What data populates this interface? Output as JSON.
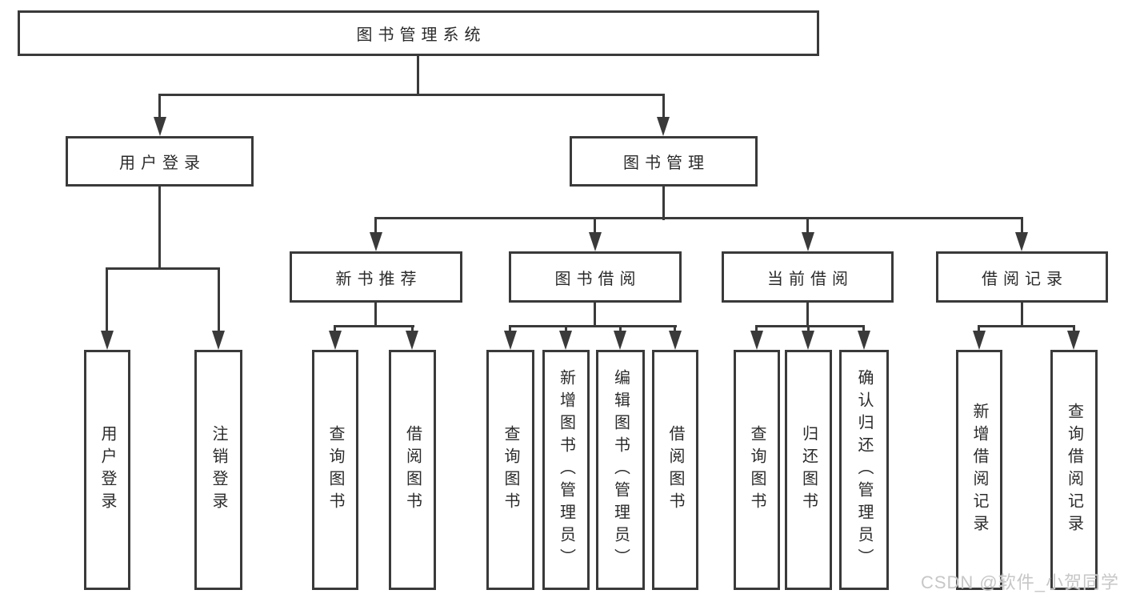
{
  "colors": {
    "line": "#3a3a3a",
    "box_border": "#3a3a3a",
    "box_fill": "#ffffff",
    "text": "#2b2b2b",
    "watermark_text": "#c7c7c7",
    "background": "#ffffff"
  },
  "watermark": "CSDN @软件_小贺同学",
  "hierarchy": {
    "label": "图书管理系统",
    "children": [
      {
        "label": "用户登录",
        "children": [
          {
            "label": "用户登录"
          },
          {
            "label": "注销登录"
          }
        ]
      },
      {
        "label": "图书管理",
        "children": [
          {
            "label": "新书推荐",
            "children": [
              {
                "label": "查询图书"
              },
              {
                "label": "借阅图书"
              }
            ]
          },
          {
            "label": "图书借阅",
            "children": [
              {
                "label": "查询图书"
              },
              {
                "label": "新增图书（管理员）"
              },
              {
                "label": "编辑图书（管理员）"
              },
              {
                "label": "借阅图书"
              }
            ]
          },
          {
            "label": "当前借阅",
            "children": [
              {
                "label": "查询图书"
              },
              {
                "label": "归还图书"
              },
              {
                "label": "确认归还（管理员）"
              }
            ]
          },
          {
            "label": "借阅记录",
            "children": [
              {
                "label": "新增借阅记录"
              },
              {
                "label": "查询借阅记录"
              }
            ]
          }
        ]
      }
    ]
  }
}
